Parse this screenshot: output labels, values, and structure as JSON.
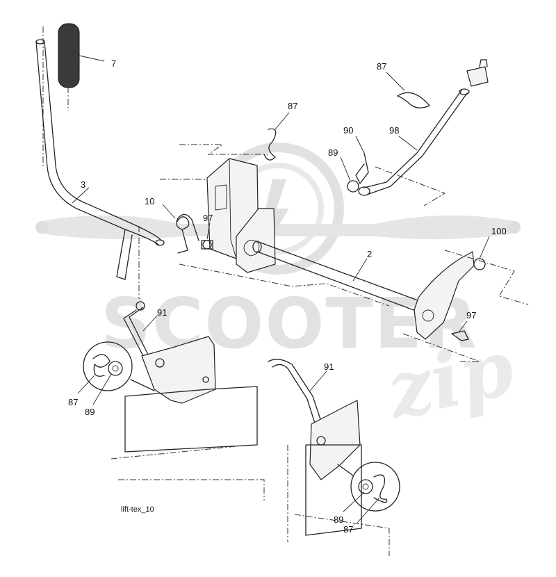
{
  "watermark": {
    "brand_text": "SCOOTER",
    "script_text": "zip"
  },
  "caption": "lift-tex_10",
  "callouts": [
    {
      "id": "c7",
      "label": "7"
    },
    {
      "id": "c3",
      "label": "3"
    },
    {
      "id": "c87a",
      "label": "87"
    },
    {
      "id": "c87b",
      "label": "87"
    },
    {
      "id": "c90",
      "label": "90"
    },
    {
      "id": "c98",
      "label": "98"
    },
    {
      "id": "c89a",
      "label": "89"
    },
    {
      "id": "c10",
      "label": "10"
    },
    {
      "id": "c97a",
      "label": "97"
    },
    {
      "id": "c2",
      "label": "2"
    },
    {
      "id": "c100",
      "label": "100"
    },
    {
      "id": "c97b",
      "label": "97"
    },
    {
      "id": "c91a",
      "label": "91"
    },
    {
      "id": "c91b",
      "label": "91"
    },
    {
      "id": "c87c",
      "label": "87"
    },
    {
      "id": "c89b",
      "label": "89"
    },
    {
      "id": "c89c",
      "label": "89"
    },
    {
      "id": "c87d",
      "label": "87"
    }
  ]
}
